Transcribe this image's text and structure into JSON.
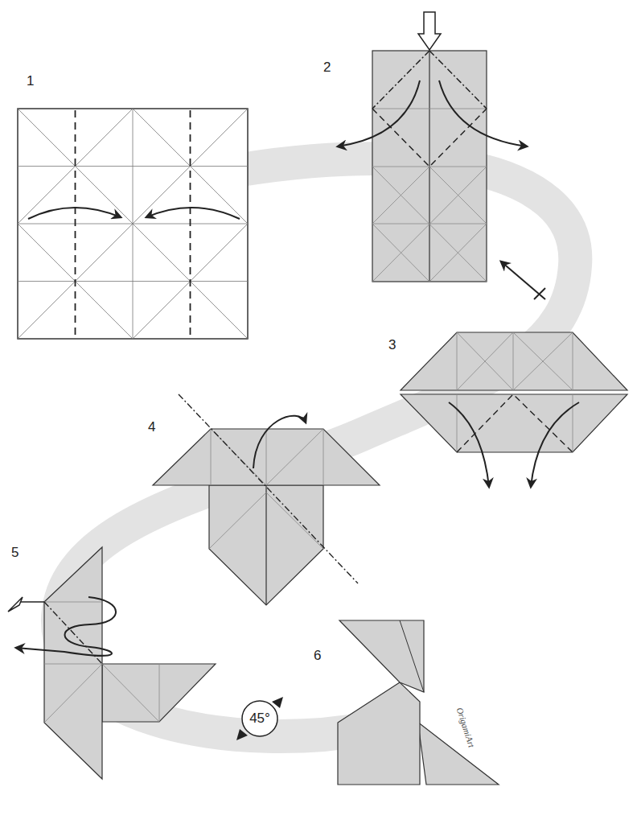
{
  "diagram": {
    "nodes": [
      {
        "text": [
          "45°"
        ]
      }
    ],
    "labels": [
      "1",
      "2",
      "3",
      "4",
      "5",
      "6",
      "OrigamiArt"
    ]
  }
}
